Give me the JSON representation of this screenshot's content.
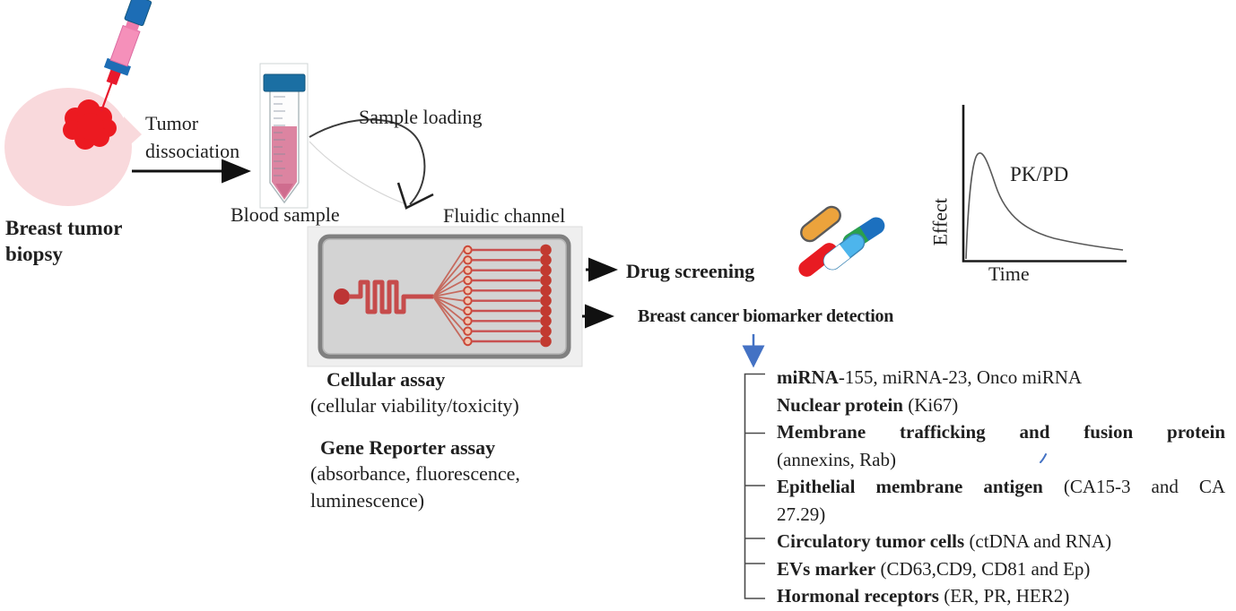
{
  "workflow": {
    "biopsy_label": "Breast tumor biopsy",
    "dissociation_label": "Tumor dissociation",
    "blood_sample_label": "Blood sample",
    "sample_loading_label": "Sample loading",
    "fluidic_channel_label": "Fluidic channel",
    "cellular_assay": {
      "title": "Cellular assay",
      "subtitle": "(cellular viability/toxicity)"
    },
    "gene_reporter_assay": {
      "title": "Gene Reporter assay",
      "subtitle_line1": "(absorbance, fluorescence,",
      "subtitle_line2": "luminescence)"
    },
    "outputs": {
      "drug_screening": "Drug screening",
      "biomarker_detection": "Breast cancer biomarker detection"
    }
  },
  "pkpd_plot": {
    "label": "PK/PD",
    "x_axis_label": "Time",
    "y_axis_label": "Effect"
  },
  "biomarkers": {
    "lines": [
      {
        "bold": "miRNA",
        "rest": "-155, miRNA-23, Onco miRNA"
      },
      {
        "bold": "Nuclear protein",
        "rest": " (Ki67)"
      },
      {
        "bold": "Membrane trafficking and fusion protein",
        "rest": ""
      },
      {
        "bold": "",
        "rest": "(annexins, Rab)"
      },
      {
        "bold": "Epithelial membrane antigen",
        "rest": " (CA15-3 and CA"
      },
      {
        "bold": "",
        "rest": "27.29)"
      },
      {
        "bold": "Circulatory tumor cells",
        "rest": " (ctDNA and RNA)"
      },
      {
        "bold": "EVs marker",
        "rest": " (CD63,CD9, CD81 and Ep)"
      },
      {
        "bold": "Hormonal receptors",
        "rest": " (ER, PR, HER2)"
      }
    ]
  },
  "icons": {
    "syringe": "syringe-icon",
    "breast_tumor": "breast-tumor-icon",
    "blood_tube": "blood-sample-tube-icon",
    "chip": "microfluidic-chip-icon",
    "capsules": "drug-capsules-icon",
    "sample_loading_arrow": "curved-arrow-icon",
    "biomarker_arrow": "blue-down-arrow-icon"
  },
  "colors": {
    "tumor_red": "#e8151c",
    "breast_pink": "#f9d9dc",
    "syringe_pink": "#f590ba",
    "syringe_blue": "#1d6db5",
    "tube_cap_blue": "#1b6fa3",
    "blood_pink": "#dc84a1",
    "chip_channel_red": "#c64b4b",
    "chip_body_gray": "#d3d3d3",
    "capsule_yellow": "#eca33c",
    "capsule_green": "#2aa04c",
    "capsule_blue": "#1c70bf",
    "capsule_red": "#e81b22",
    "capsule_lightblue": "#4db5ec",
    "arrow_blue": "#4472c4",
    "text_black": "#1f1f1f"
  },
  "chart_data": {
    "type": "line",
    "title": "PK/PD",
    "xlabel": "Time",
    "ylabel": "Effect",
    "x": [
      0,
      0.3,
      0.6,
      1,
      1.5,
      2,
      3,
      4,
      6,
      8,
      10
    ],
    "y": [
      0,
      40,
      82,
      100,
      90,
      72,
      50,
      38,
      25,
      18,
      13
    ],
    "series": [
      {
        "name": "PK/PD effect-time curve",
        "values": [
          0,
          40,
          82,
          100,
          90,
          72,
          50,
          38,
          25,
          18,
          13
        ]
      }
    ],
    "axis_ticks": "none shown",
    "grid": false,
    "legend": false,
    "note": "Qualitative pharmacokinetic/pharmacodynamic curve: effect rises rapidly to an early peak, then decays slowly over time; values estimated 0-100 relative scale."
  }
}
